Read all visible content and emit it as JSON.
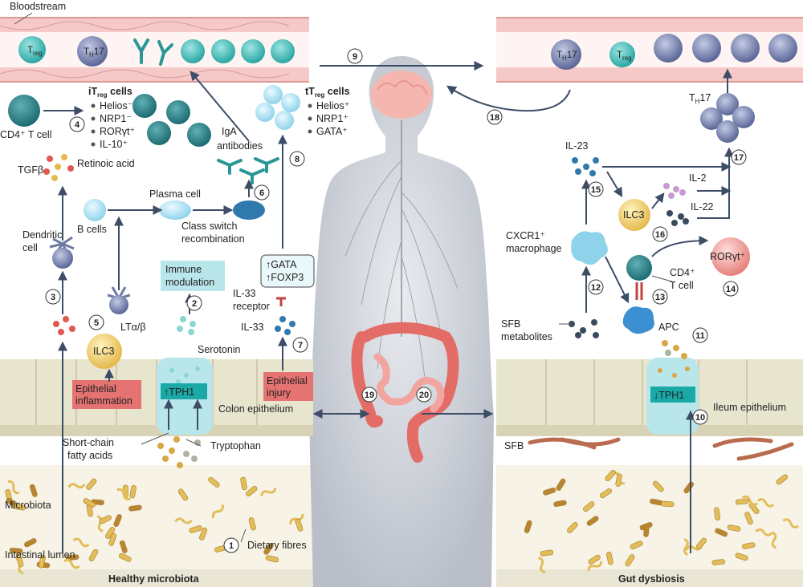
{
  "labels": {
    "bloodstream": "Bloodstream",
    "treg": "T",
    "treg_sub": "reg",
    "th17": "T",
    "th17_sub": "H",
    "th17_num": "17",
    "itreg_title": "iT",
    "itreg_sub": "reg",
    "itreg_title2": " cells",
    "itreg_items": [
      "Helios⁻",
      "NRP1⁻",
      "RORγt⁺",
      "IL-10⁺"
    ],
    "ttreg_title": "tT",
    "ttreg_sub": "reg",
    "ttreg_title2": " cells",
    "ttreg_items": [
      "Helios⁺",
      "NRP1⁺",
      "GATA⁺"
    ],
    "cd4_t_cell": "CD4⁺ T cell",
    "tgfb": "TGFβ",
    "retinoic_acid": "Retinoic acid",
    "iga": "IgA",
    "antibodies": "antibodies",
    "plasma_cell": "Plasma cell",
    "b_cells": "B cells",
    "class_switch": "Class switch",
    "recombination": "recombination",
    "dendritic": "Dendritic",
    "cell": "cell",
    "immune": "Immune",
    "modulation": "modulation",
    "gata": "↑GATA",
    "foxp3": "↑FOXP3",
    "il33_receptor_1": "IL-33",
    "il33_receptor_2": "receptor",
    "il33": "IL-33",
    "lta": "LTα/β",
    "ilc3": "ILC3",
    "serotonin": "Serotonin",
    "tph1_up": "↑TPH1",
    "tph1_down": "↓TPH1",
    "epi_inflam_1": "Epithelial",
    "epi_inflam_2": "inflammation",
    "epi_injury_1": "Epithelial",
    "epi_injury_2": "injury",
    "colon_epi": "Colon epithelium",
    "scfa_1": "Short-chain",
    "scfa_2": "fatty acids",
    "tryptophan": "Tryptophan",
    "microbiota": "Microbiota",
    "dietary_fibres": "Dietary fibres",
    "intestinal_lumen": "Intestinal lumen",
    "healthy": "Healthy microbiota",
    "dysbiosis": "Gut dysbiosis",
    "il23": "IL-23",
    "il2": "IL-2",
    "il22": "IL-22",
    "cxcr1_1": "CXCR1⁺",
    "cxcr1_2": "macrophage",
    "ror": "RORγt⁺",
    "cd4_1": "CD4⁺",
    "cd4_2": "T cell",
    "sfb_met_1": "SFB",
    "sfb_met_2": "metabolites",
    "apc": "APC",
    "ileum_epi": "Ileum epithelium",
    "sfb": "SFB"
  },
  "steps": [
    "1",
    "2",
    "3",
    "4",
    "5",
    "6",
    "7",
    "8",
    "9",
    "10",
    "11",
    "12",
    "13",
    "14",
    "15",
    "16",
    "17",
    "18",
    "19",
    "20"
  ],
  "colors": {
    "vessel": "#f5c9c7",
    "vessel_line": "#d99a98",
    "treg": "#43c3bf",
    "th17": "#7c87b5",
    "epithelium": "#e8e5cf",
    "lumen": "#f7f3e6",
    "body": "#c9ccd2",
    "arrow": "#3e4d66",
    "red_box": "#e57372",
    "cyan_box": "#b9e6ea"
  }
}
